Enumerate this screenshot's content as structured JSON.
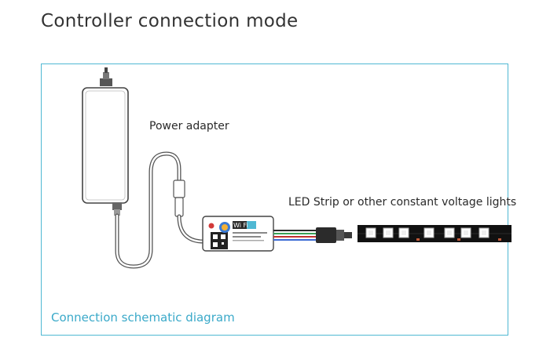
{
  "title": "Controller connection mode",
  "labels": {
    "power_adapter": "Power adapter",
    "led_strip": "LED Strip or other constant voltage lights"
  },
  "caption": "Connection schematic diagram",
  "controller": {
    "badge": "Wi Fi"
  },
  "colors": {
    "frame": "#4fb8d3",
    "caption": "#3aa9c9",
    "led_strip": "#111111"
  }
}
